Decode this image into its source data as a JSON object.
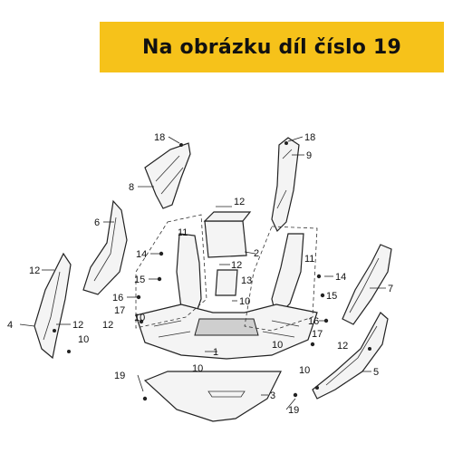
{
  "banner": {
    "text": "Na obrázku díl číslo 19",
    "background": "#f6c21a"
  },
  "callouts": {
    "c18a": "18",
    "c18b": "18",
    "c8": "8",
    "c9": "9",
    "c6": "6",
    "c12top": "12",
    "c11a": "11",
    "c2": "2",
    "c14a": "14",
    "c12mid": "12",
    "c13": "13",
    "c11b": "11",
    "c14b": "14",
    "c15a": "15",
    "c7": "7",
    "c12left": "12",
    "c16a": "16",
    "c10center": "10",
    "c15b": "15",
    "c17a": "17",
    "c12b": "12",
    "c4": "4",
    "c12c": "12",
    "c10a": "10",
    "c10b": "10",
    "c16b": "16",
    "c17b": "17",
    "c1": "1",
    "c10c": "10",
    "c12d": "12",
    "c10d": "10",
    "c10e": "10",
    "c5": "5",
    "c19a": "19",
    "c3": "3",
    "c19b": "19"
  }
}
